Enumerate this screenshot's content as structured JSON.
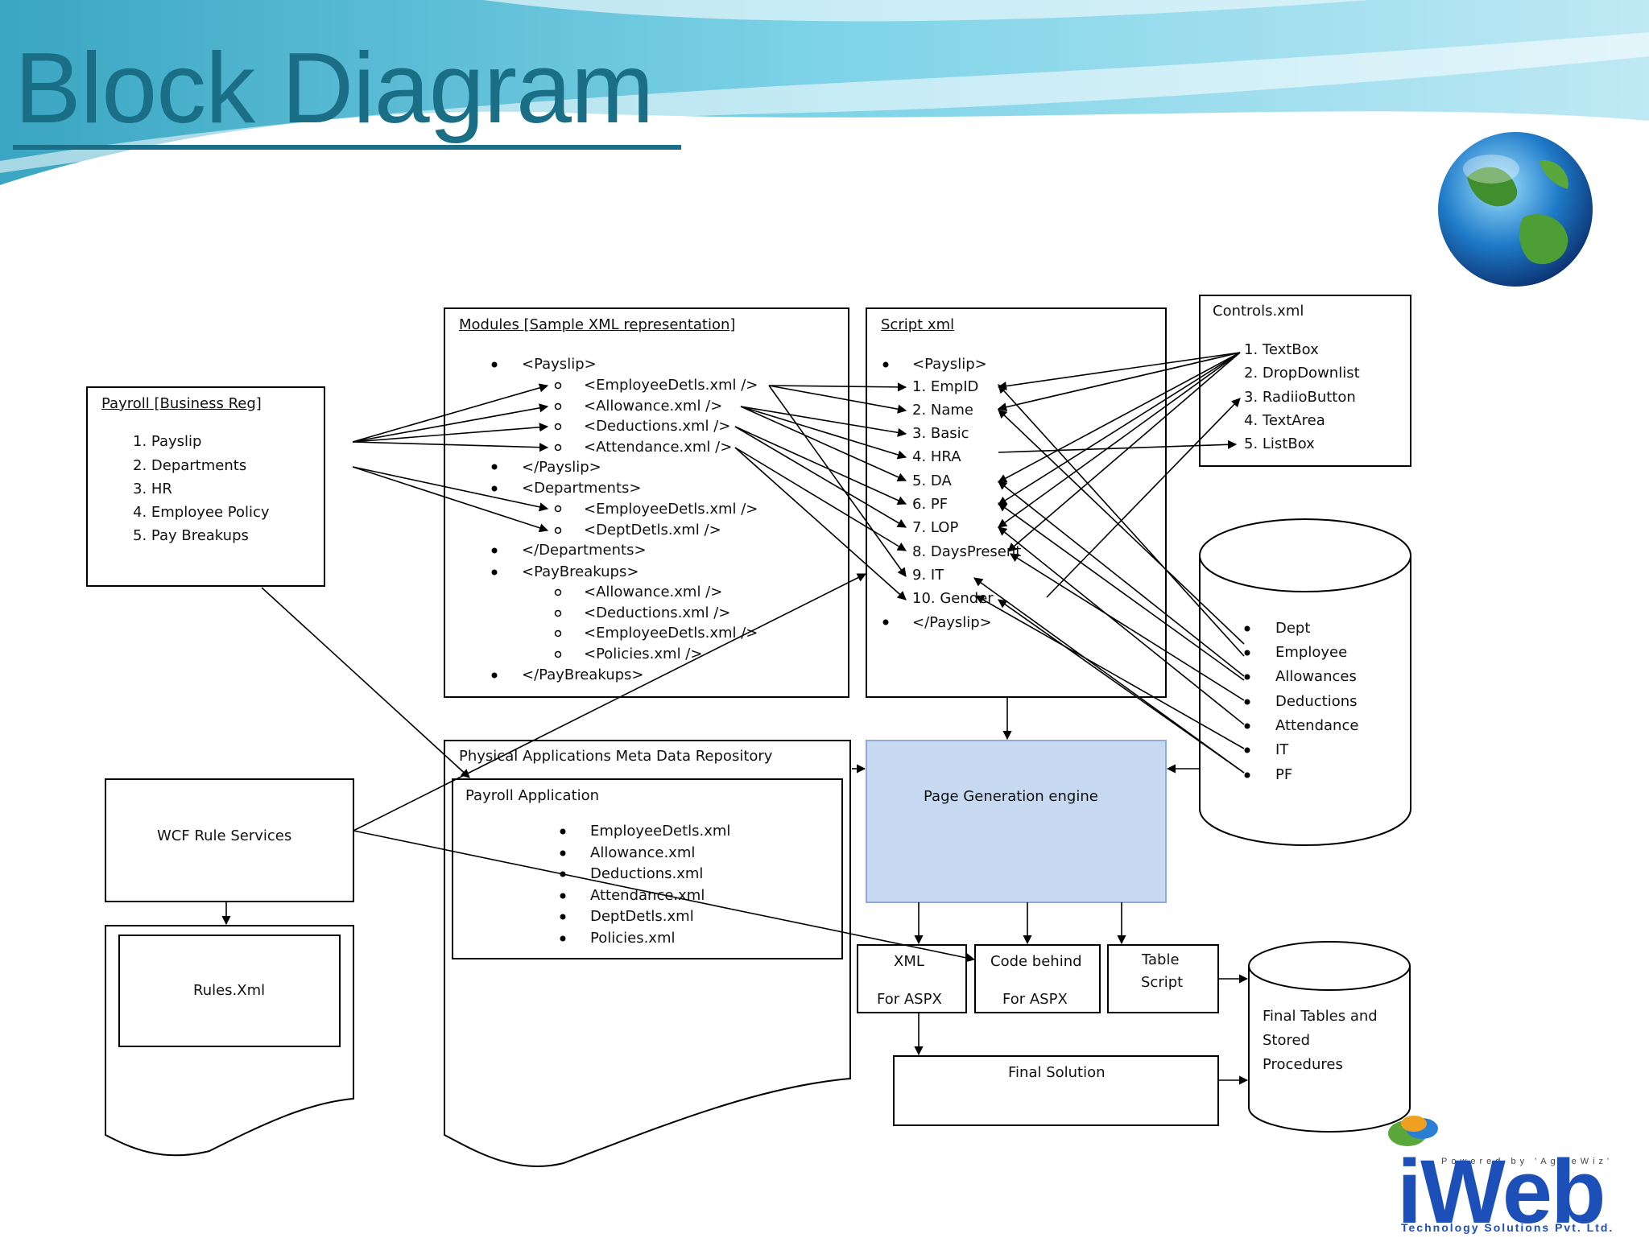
{
  "slide": {
    "title": "Block Diagram"
  },
  "payroll_box": {
    "header": "Payroll [Business Reg]",
    "items": [
      "1.   Payslip",
      "2.   Departments",
      "3.   HR",
      "4.   Employee Policy",
      "5.   Pay Breakups"
    ]
  },
  "modules_box": {
    "header": "Modules [Sample XML representation]",
    "lines": [
      "<Payslip>",
      "<EmployeeDetls.xml />",
      "<Allowance.xml  />",
      "<Deductions.xml  />",
      "<Attendance.xml />",
      "</Payslip>",
      "<Departments>",
      "<EmployeeDetls.xml />",
      "<DeptDetls.xml />",
      "</Departments>",
      "<PayBreakups>",
      "<Allowance.xml  />",
      "<Deductions.xml  />",
      "<EmployeeDetls.xml />",
      "<Policies.xml  />",
      "</PayBreakups>"
    ]
  },
  "script_box": {
    "header": "Script xml",
    "open": "<Payslip>",
    "items": [
      "1.   EmpID",
      "2.   Name",
      "3.   Basic",
      "4.   HRA",
      "5.   DA",
      "6.   PF",
      "7.   LOP",
      "8.   DaysPresent",
      "9.   IT",
      "10.  Gender"
    ],
    "close": "</Payslip>"
  },
  "controls_box": {
    "header": "Controls.xml",
    "items": [
      "1.   TextBox",
      "2.   DropDownlist",
      "3.   RadiioButton",
      "4.   TextArea",
      "5.   ListBox"
    ]
  },
  "database": {
    "items": [
      "Dept",
      "Employee",
      "Allowances",
      "Deductions",
      "Attendance",
      "IT",
      "PF"
    ]
  },
  "repository": {
    "title": "Physical Applications  Meta Data Repository",
    "app_title": "Payroll Application",
    "files": [
      "EmployeeDetls.xml",
      "Allowance.xml",
      "Deductions.xml",
      "Attendance.xml",
      "DeptDetls.xml",
      "Policies.xml"
    ]
  },
  "wcf": {
    "label": "WCF Rule Services"
  },
  "rules": {
    "label": "Rules.Xml"
  },
  "engine": {
    "label": "Page Generation  engine"
  },
  "xml_aspx": {
    "line1": "XML",
    "line2": "For ASPX"
  },
  "code_behind": {
    "line1": "Code behind",
    "line2": "For ASPX"
  },
  "table_script": {
    "line1": "Table",
    "line2": "Script"
  },
  "final_solution": {
    "label": "Final Solution"
  },
  "final_tables": {
    "line1": "Final Tables and",
    "line2": "Stored",
    "line3": "Procedures"
  },
  "logo": {
    "tagline": "Powered by 'AgileWiz'",
    "name": "iWeb",
    "subtitle": "Technology Solutions Pvt. Ltd."
  },
  "colors": {
    "title": "#1a6e86",
    "engine_fill": "#c6d9f0",
    "engine_border": "#8eaadb",
    "header_wave": "#5bc4dc",
    "logo": "#1d4fb8"
  }
}
